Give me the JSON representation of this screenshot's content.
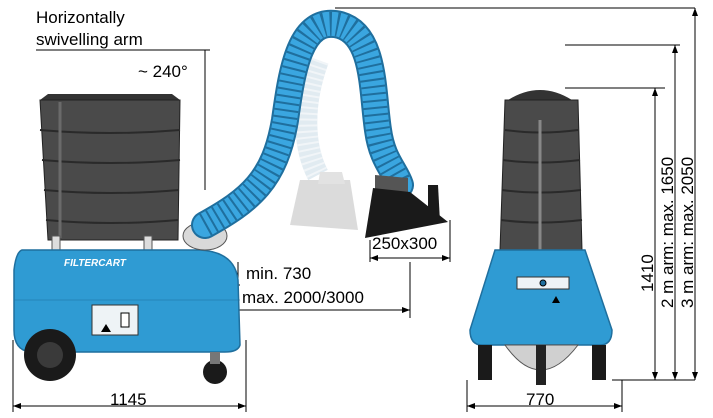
{
  "labels": {
    "arm_title_line1": "Horizontally",
    "arm_title_line2": "swivelling arm",
    "swivel_angle": "~ 240°",
    "min_reach": "min. 730",
    "max_reach": "max. 2000/3000",
    "hood_size": "250x300",
    "length": "1145",
    "width": "770",
    "height": "1410",
    "arm2_height": "2 m arm: max. 1650",
    "arm3_height": "3 m arm: max. 2050",
    "brand": "FILTERCART"
  },
  "colors": {
    "body_blue": "#2f9bd3",
    "body_dark_blue": "#1f6f9e",
    "filter_grey": "#4a4a4a",
    "filter_dark": "#333333",
    "hose_blue": "#3aa6e0",
    "ghost_hose": "#c9dbe6",
    "ghost_hood": "#bfbfbf",
    "hood_black": "#1a1a1a"
  }
}
